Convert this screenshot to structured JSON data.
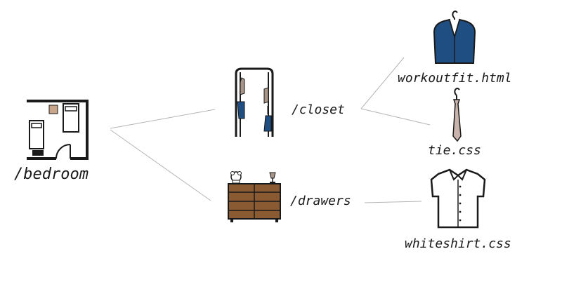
{
  "nodes": {
    "bedroom": {
      "label": "/bedroom"
    },
    "closet": {
      "label": "/closet"
    },
    "drawers": {
      "label": "/drawers"
    },
    "workoutfit": {
      "label": "workoutfit.html"
    },
    "tie": {
      "label": "tie.css"
    },
    "whiteshirt": {
      "label": "whiteshirt.css"
    }
  },
  "edges": [
    {
      "from": "bedroom",
      "to": "closet"
    },
    {
      "from": "bedroom",
      "to": "drawers"
    },
    {
      "from": "closet",
      "to": "workoutfit"
    },
    {
      "from": "closet",
      "to": "tie"
    },
    {
      "from": "drawers",
      "to": "whiteshirt"
    }
  ],
  "icons": {
    "bedroom": "floor-plan-icon",
    "closet": "closet-icon",
    "drawers": "dresser-icon",
    "workoutfit": "jacket-on-hanger-icon",
    "tie": "tie-on-hanger-icon",
    "whiteshirt": "shirt-icon"
  },
  "colors": {
    "line": "#b5b5b5",
    "jacket": "#1f4e82",
    "dresser": "#8a5a33",
    "tie": "#c8b4ac",
    "outline": "#1a1a1a"
  }
}
